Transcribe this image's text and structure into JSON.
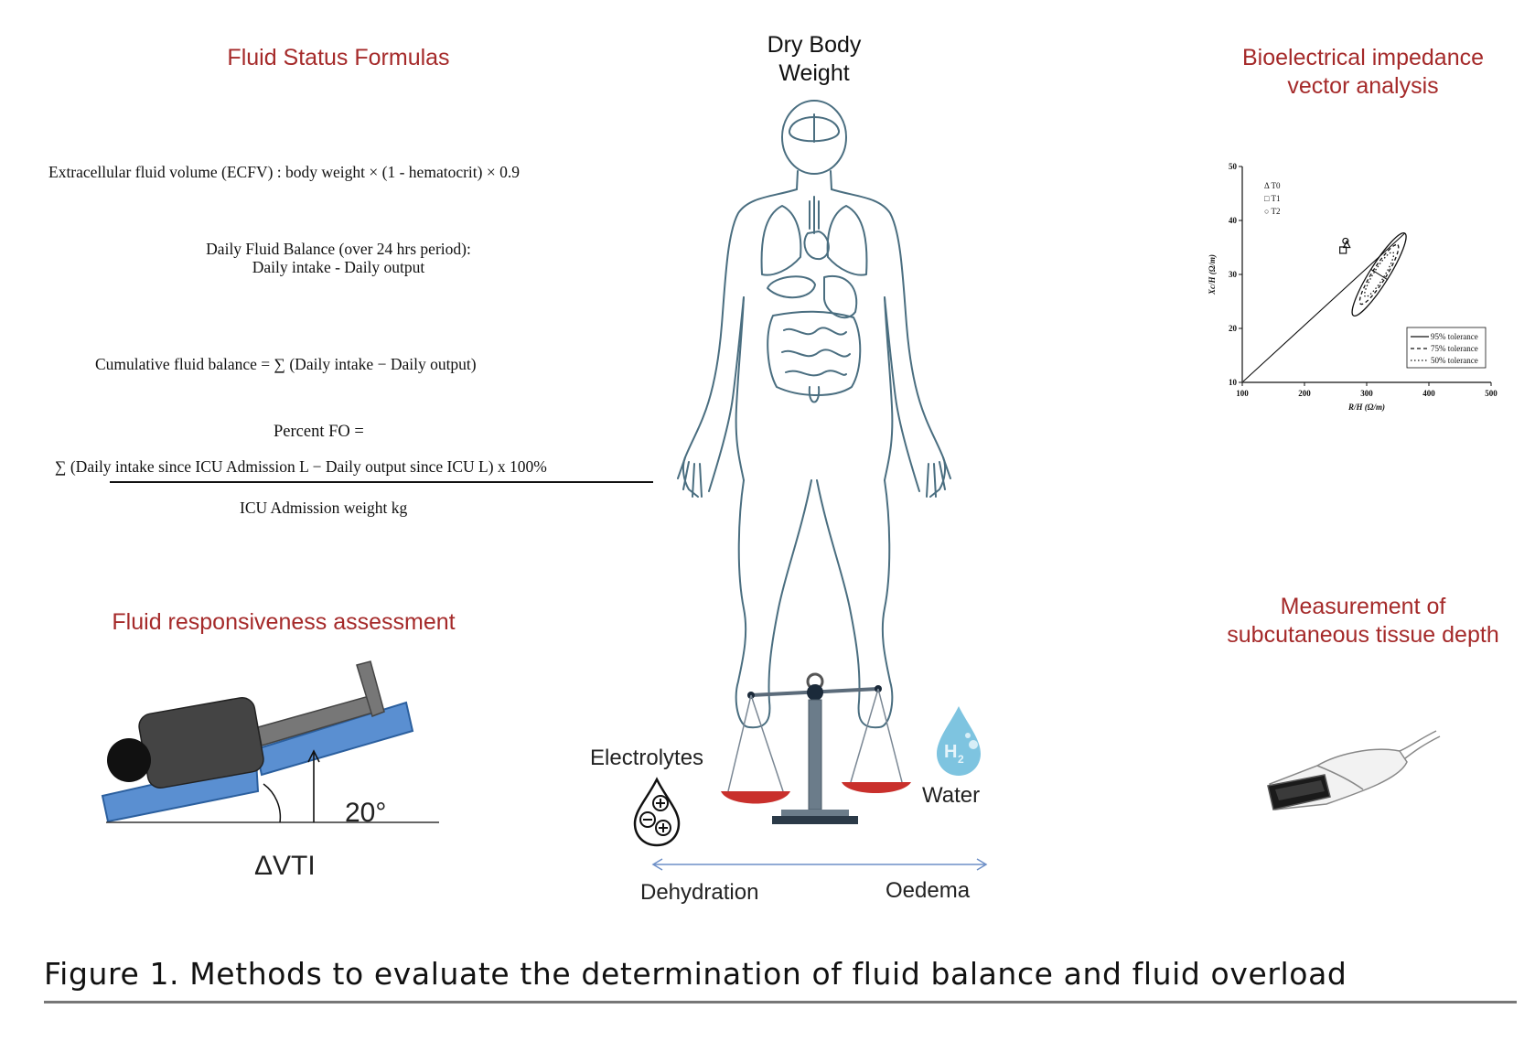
{
  "figure": {
    "caption": "Figure 1. Methods to evaluate the determination of fluid balance and fluid overload"
  },
  "formulas": {
    "title": "Fluid Status Formulas",
    "ecfv": "Extracellular fluid volume (ECFV) :  body weight × (1 - hematocrit) × 0.9",
    "daily_balance_line1": "Daily Fluid Balance (over 24 hrs period):",
    "daily_balance_line2": "Daily intake - Daily output",
    "cumulative": "Cumulative fluid balance = ∑ (Daily intake  −  Daily output)",
    "percent_fo_label": "Percent FO =",
    "percent_fo_numerator": "∑ (Daily intake since ICU Admission L  −  Daily output since ICU L)  x 100%",
    "percent_fo_denominator": "ICU Admission weight kg"
  },
  "responsiveness": {
    "title": "Fluid responsiveness assessment",
    "angle": "20°",
    "delta": "ΔVTI"
  },
  "center": {
    "title_line1": "Dry Body",
    "title_line2": "Weight",
    "electrolytes": "Electrolytes",
    "water": "Water",
    "h2_symbol": "H",
    "h2_sub": "2",
    "dehydration": "Dehydration",
    "oedema": "Oedema"
  },
  "bia": {
    "title_line1": "Bioelectrical impedance",
    "title_line2": "vector analysis"
  },
  "chart_data": {
    "type": "scatter",
    "xlabel": "R/H (Ω/m)",
    "ylabel": "Xc/H (Ω/m)",
    "xlim": [
      100,
      500
    ],
    "ylim": [
      10,
      50
    ],
    "xticks": [
      "100",
      "200",
      "300",
      "400",
      "500"
    ],
    "yticks": [
      "10",
      "20",
      "30",
      "40",
      "50"
    ],
    "series": [
      {
        "name": "Δ T0",
        "marker": "triangle",
        "values": [
          {
            "x": 268,
            "y": 35.5
          }
        ]
      },
      {
        "name": "□ T1",
        "marker": "square",
        "values": [
          {
            "x": 262,
            "y": 34.5
          }
        ]
      },
      {
        "name": "○ T2",
        "marker": "circle",
        "values": [
          {
            "x": 266,
            "y": 36.2
          }
        ]
      }
    ],
    "tolerance_legend": [
      "95% tolerance",
      "75% tolerance",
      "50% tolerance"
    ],
    "ellipses": [
      {
        "level": "95%",
        "cx": 320,
        "cy": 30,
        "rx": 78,
        "ry": 15.5
      },
      {
        "level": "75%",
        "cx": 320,
        "cy": 30,
        "rx": 56,
        "ry": 11.3
      },
      {
        "level": "50%",
        "cx": 320,
        "cy": 30,
        "rx": 42,
        "ry": 8.6
      }
    ],
    "ellipse_angle_deg": 58,
    "grid": false
  },
  "subcut": {
    "title_line1": "Measurement of",
    "title_line2": "subcutaneous tissue depth"
  }
}
